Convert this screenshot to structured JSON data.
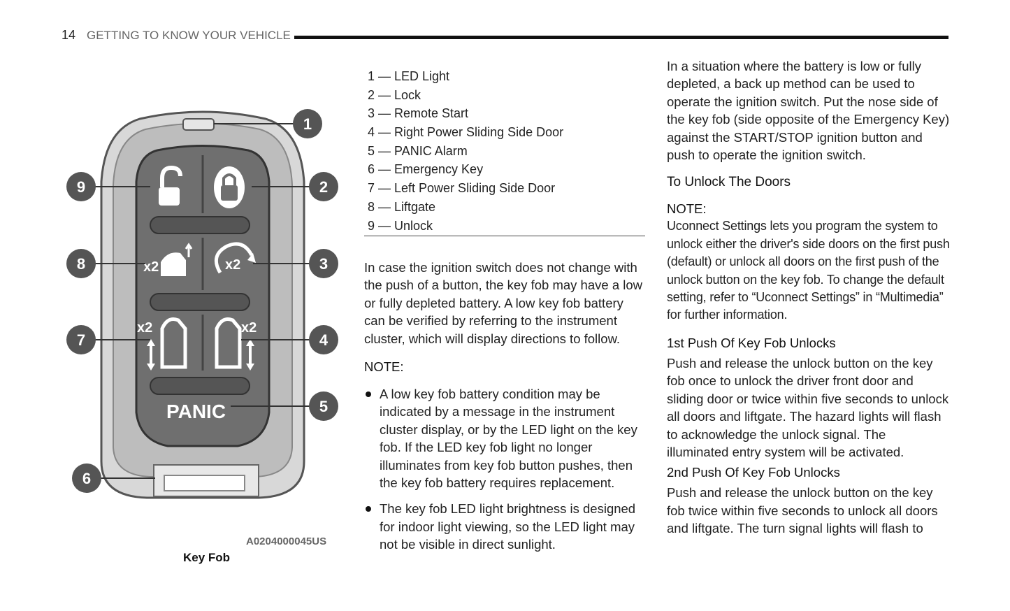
{
  "header": {
    "page_number": "14",
    "section": "GETTING TO KNOW YOUR VEHICLE"
  },
  "figure": {
    "code": "A0204000045US",
    "caption": "Key Fob",
    "panic_label": "PANIC",
    "x2_label": "x2",
    "callouts": [
      "1",
      "2",
      "3",
      "4",
      "5",
      "6",
      "7",
      "8",
      "9"
    ]
  },
  "legend": [
    "1 — LED Light",
    "2 — Lock",
    "3 — Remote Start",
    "4 — Right Power Sliding Side Door",
    "5 — PANIC Alarm",
    "6 — Emergency Key",
    "7 — Left Power Sliding Side Door",
    "8 — Liftgate",
    "9 — Unlock"
  ],
  "col2": {
    "para1": "In case the ignition switch does not change with the push of a button, the key fob may have a low or fully depleted battery. A low key fob battery can be verified by referring to the instrument cluster, which will display directions to follow.",
    "note_label": "NOTE:",
    "bullets": [
      "A low key fob battery condition may be indicated by a message in the instrument cluster display, or by the LED light on the key fob. If the LED key fob light no longer illuminates from key fob button pushes, then the key fob battery requires replacement.",
      "The key fob LED light brightness is designed for indoor light viewing, so the LED light may not be visible in direct sunlight."
    ]
  },
  "col3": {
    "para1": "In a situation where the battery is low or fully depleted, a back up method can be used to operate the ignition switch. Put the nose side of the key fob (side opposite of the Emergency Key) against the START/STOP ignition button and push to operate the ignition switch.",
    "heading": "To Unlock The Doors",
    "note_label": "NOTE:",
    "note_text": "Uconnect Settings lets you program the system to unlock either the driver's side doors on the first push (default) or unlock all doors on the first push of the unlock button on the key fob. To change the default setting, refer to “Uconnect Settings” in “Multimedia” for further information.",
    "sub1": "1st Push Of Key Fob Unlocks",
    "sub1_text": "Push and release the unlock button on the key fob once to unlock the driver front door and sliding door or twice within five seconds to unlock all doors and liftgate. The hazard lights will flash to acknowledge the unlock signal. The illuminated entry system will be activated.",
    "sub2": "2nd Push Of Key Fob Unlocks",
    "sub2_text": "Push and release the unlock button on the key fob twice within five seconds to unlock all doors and liftgate. The turn signal lights will flash to"
  }
}
